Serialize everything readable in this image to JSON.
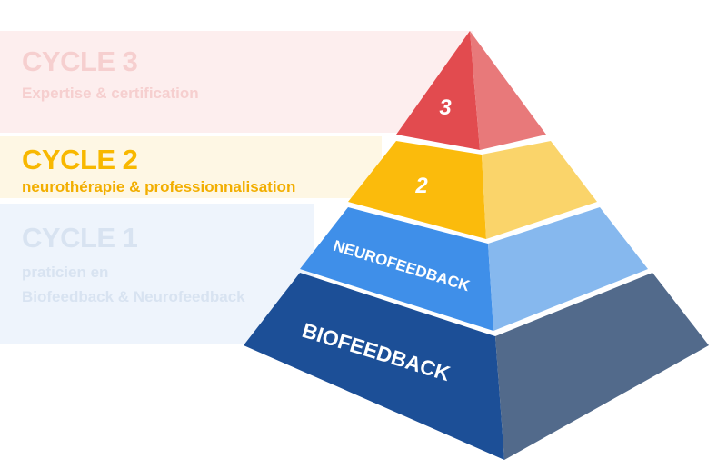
{
  "cycles": [
    {
      "title": "CYCLE 3",
      "subtitle": "Expertise & certification"
    },
    {
      "title": "CYCLE 2",
      "subtitle": "neurothérapie & professionnalisation"
    },
    {
      "title": "CYCLE 1",
      "subtitle_lines": [
        "praticien en",
        "Biofeedback & Neurofeedback"
      ]
    }
  ],
  "pyramid": {
    "tier3_label": "3",
    "tier2_label": "2",
    "tier1_label": "NEUROFEEDBACK",
    "base_label": "BIOFEEDBACK"
  },
  "colors": {
    "red_front": "#e24b4f",
    "red_side": "#e8797a",
    "yellow_front": "#fbbb0c",
    "yellow_side": "#fad46a",
    "blue_front": "#3f8fe9",
    "blue_side": "#86b8ee",
    "navy_front": "#1c4f97",
    "navy_side": "#526a8b"
  }
}
